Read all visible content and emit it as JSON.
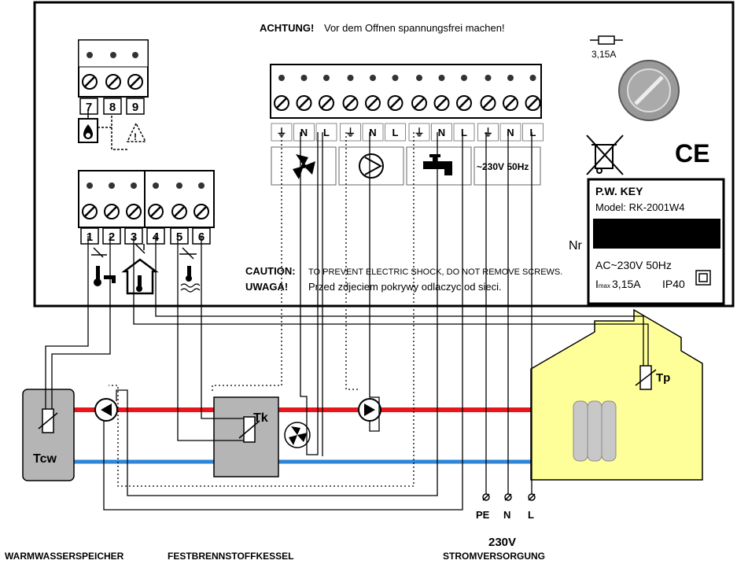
{
  "panel": {
    "warning_de_head": "ACHTUNG!",
    "warning_de": "Vor dem Offnen spannungsfrei machen!",
    "fuse_label": "3,15A",
    "caution_en_head": "CAUTION:",
    "caution_en": "TO PREVENT ELECTRIC SHOCK, DO NOT REMOVE SCREWS.",
    "caution_pl_head": "UWAGA!",
    "caution_pl": "Przed zdjeciem pokrywy odlaczyc od sieci.",
    "ce_mark": "CE",
    "nr_label": "Nr"
  },
  "terminals": {
    "top_left": [
      "7",
      "8",
      "9"
    ],
    "left": [
      "1",
      "2",
      "3",
      "4",
      "5",
      "6"
    ],
    "top_labels": [
      "⏚",
      "N",
      "L",
      "⏚",
      "N",
      "L",
      "⏚",
      "N",
      "L",
      "⏚",
      "N",
      "L"
    ],
    "mains_label": "~230V 50Hz"
  },
  "nameplate": {
    "brand": "P.W. KEY",
    "model": "Model: RK-2001W4",
    "rating": "AC~230V 50Hz",
    "current_prefix": "I",
    "current_sub": "max",
    "current": "3,15A",
    "ip": "IP40"
  },
  "sensors": {
    "tcw": "Tcw",
    "tk": "Tk",
    "tp": "Tp"
  },
  "supply": {
    "pe": "PE",
    "n": "N",
    "l": "L",
    "voltage": "230V"
  },
  "captions": {
    "storage": "WARMWASSERSPEICHER",
    "boiler": "FESTBRENNSTOFFKESSEL",
    "power": "STROMVERSORGUNG"
  },
  "colors": {
    "hot_pipe": "#e8151b",
    "cold_pipe": "#2e86d6",
    "house": "#ffff99",
    "device": "#b5b5b5",
    "label_box": "#000000"
  },
  "icons": [
    "flame-icon",
    "warning-icon",
    "thermometer-icon",
    "tap-icon",
    "house-icon",
    "wave-icon",
    "fan-icon",
    "pump-icon",
    "fuse-icon",
    "recycle-bin-crossed-icon",
    "insulation-class-icon"
  ]
}
